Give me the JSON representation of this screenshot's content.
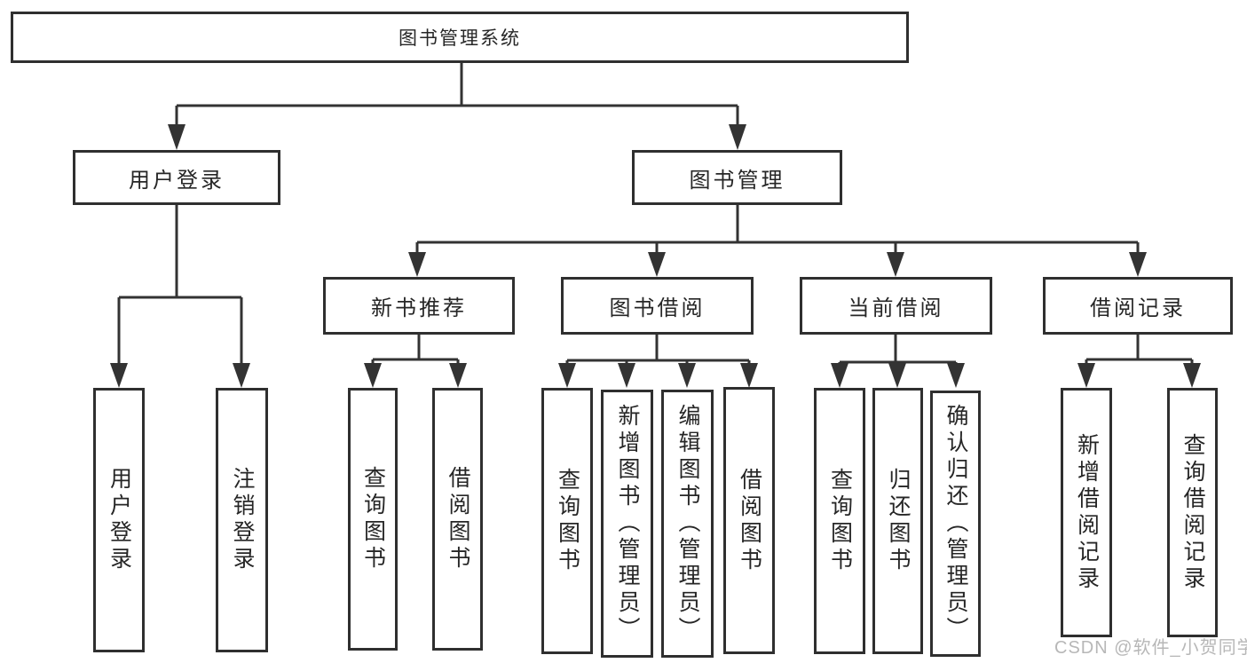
{
  "colors": {
    "line": "#333333",
    "border": "#2f2f2f",
    "text": "#262626",
    "bg": "#ffffff",
    "watermark": "#b0b0b0"
  },
  "watermark": "CSDN @软件_小贺同学",
  "nodes": {
    "root": "图书管理系统",
    "user_login": "用户登录",
    "book_mgmt": "图书管理",
    "new_book_rec": "新书推荐",
    "book_borrow": "图书借阅",
    "current_borrow": "当前借阅",
    "borrow_records": "借阅记录",
    "ul_user_login": "用户登录",
    "ul_logout": "注销登录",
    "nb_query_books": "查询图书",
    "nb_borrow_books": "借阅图书",
    "bb_query_books": "查询图书",
    "bb_add_books": "新增图书（管理员）",
    "bb_edit_books": "编辑图书（管理员）",
    "bb_borrow_books": "借阅图书",
    "cb_query_books": "查询图书",
    "cb_return_books": "归还图书",
    "cb_confirm_return": "确认归还（管理员）",
    "br_add_record": "新增借阅记录",
    "br_query_record": "查询借阅记录"
  }
}
